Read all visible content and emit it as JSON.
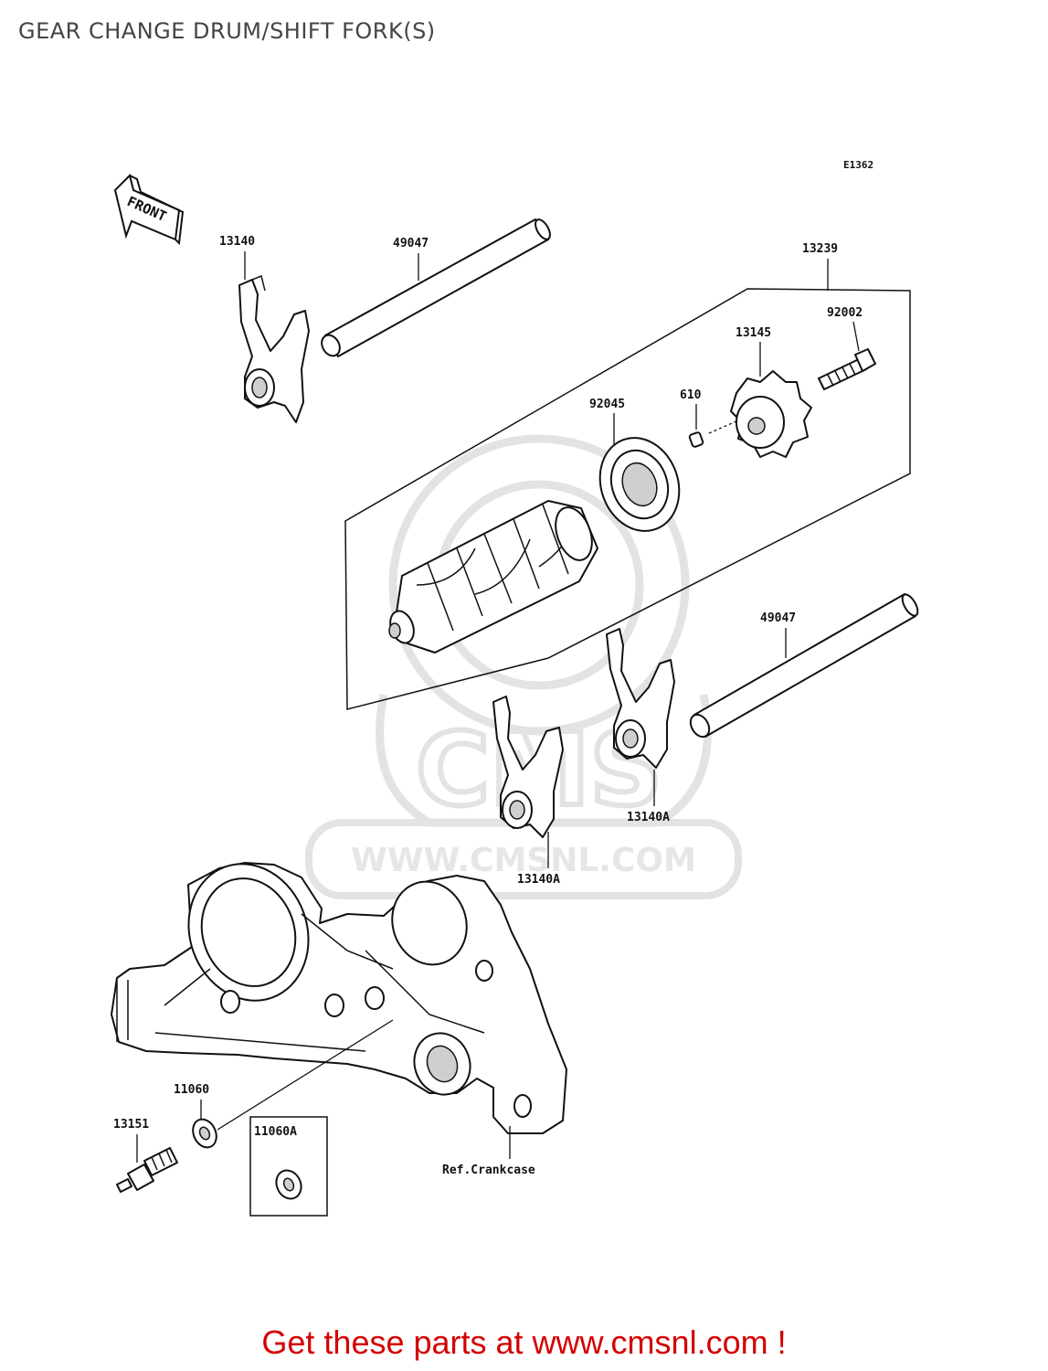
{
  "title": "GEAR CHANGE DRUM/SHIFT FORK(S)",
  "diagram_code": "E1362",
  "front_marker": "FRONT",
  "parts": {
    "p13140": "13140",
    "p49047_top": "49047",
    "p13239": "13239",
    "p92002": "92002",
    "p13145": "13145",
    "p610": "610",
    "p92045": "92045",
    "p49047_bottom": "49047",
    "p13140A_right": "13140A",
    "p13140A_left": "13140A",
    "p11060": "11060",
    "p11060A": "11060A",
    "p13151": "13151"
  },
  "ref_crankcase": "Ref.Crankcase",
  "watermark": "WWW.CMSNL.COM",
  "watermark_logo": "CMS",
  "promo": "Get these parts at www.cmsnl.com !",
  "colors": {
    "promo": "#d40000",
    "title": "#444444",
    "line": "#111111",
    "watermark": "#e3e3e3"
  }
}
